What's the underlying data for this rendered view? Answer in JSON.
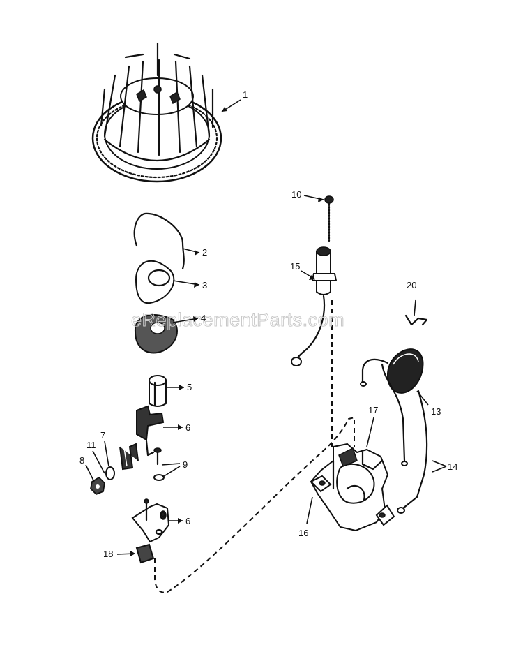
{
  "watermark": "eReplacementParts.com",
  "callouts": {
    "c1": "1",
    "c2": "2",
    "c3": "3",
    "c4": "4",
    "c5": "5",
    "c6a": "6",
    "c6b": "6",
    "c7": "7",
    "c8": "8",
    "c9a": "9",
    "c9b": "9",
    "c10": "10",
    "c11": "11",
    "c13": "13",
    "c14": "14",
    "c15": "15",
    "c16": "16",
    "c17": "17",
    "c18": "18",
    "c20": "20"
  },
  "colors": {
    "ink": "#111111",
    "watermark": "#c9c9c9",
    "background": "#ffffff"
  }
}
